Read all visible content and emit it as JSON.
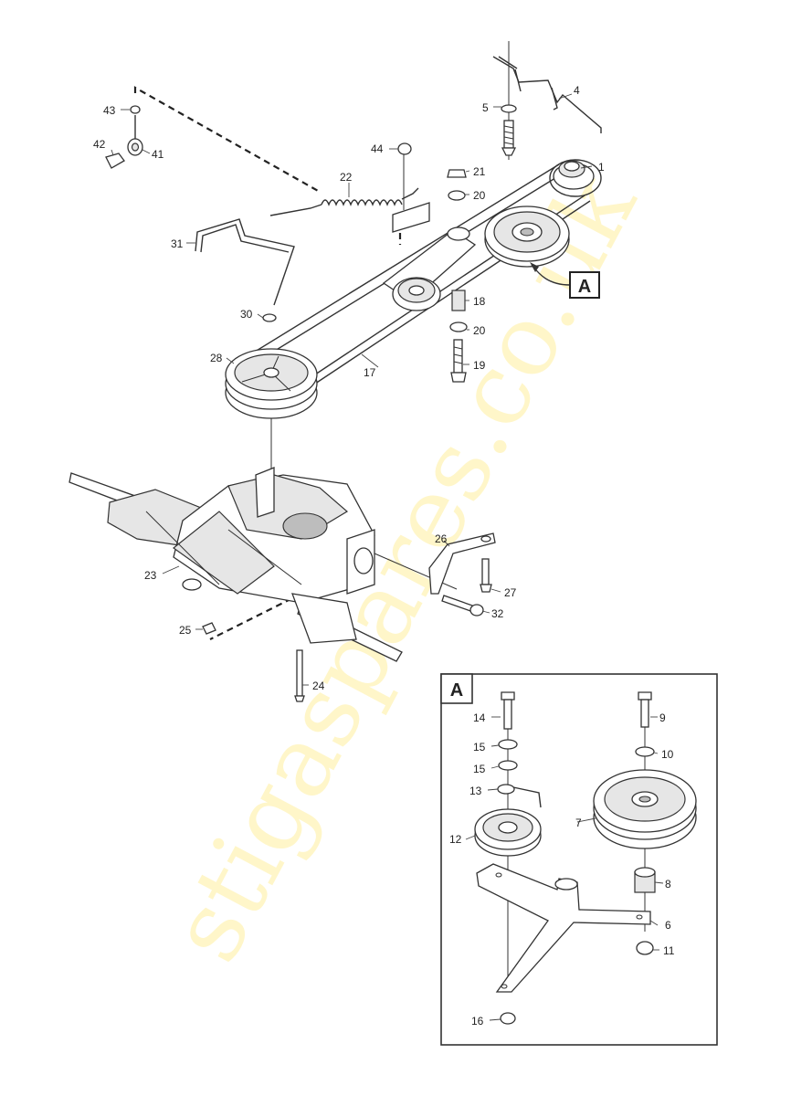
{
  "watermark": "stigaspares.co.uk",
  "colors": {
    "line": "#333333",
    "watermark": "#fff3b8",
    "background": "#ffffff"
  },
  "detail_ref": "A",
  "detail_box": {
    "title": "A"
  },
  "labels": {
    "p1": "1",
    "p4": "4",
    "p5": "5",
    "p17": "17",
    "p18": "18",
    "p19": "19",
    "p20a": "20",
    "p20b": "20",
    "p21": "21",
    "p22": "22",
    "p23": "23",
    "p24": "24",
    "p25": "25",
    "p26": "26",
    "p27": "27",
    "p28": "28",
    "p30": "30",
    "p31": "31",
    "p32": "32",
    "p41": "41",
    "p42": "42",
    "p43": "43",
    "p44": "44",
    "a6": "6",
    "a7": "7",
    "a8": "8",
    "a9": "9",
    "a10": "10",
    "a11": "11",
    "a12": "12",
    "a13": "13",
    "a14": "14",
    "a15a": "15",
    "a15b": "15",
    "a16": "16"
  }
}
